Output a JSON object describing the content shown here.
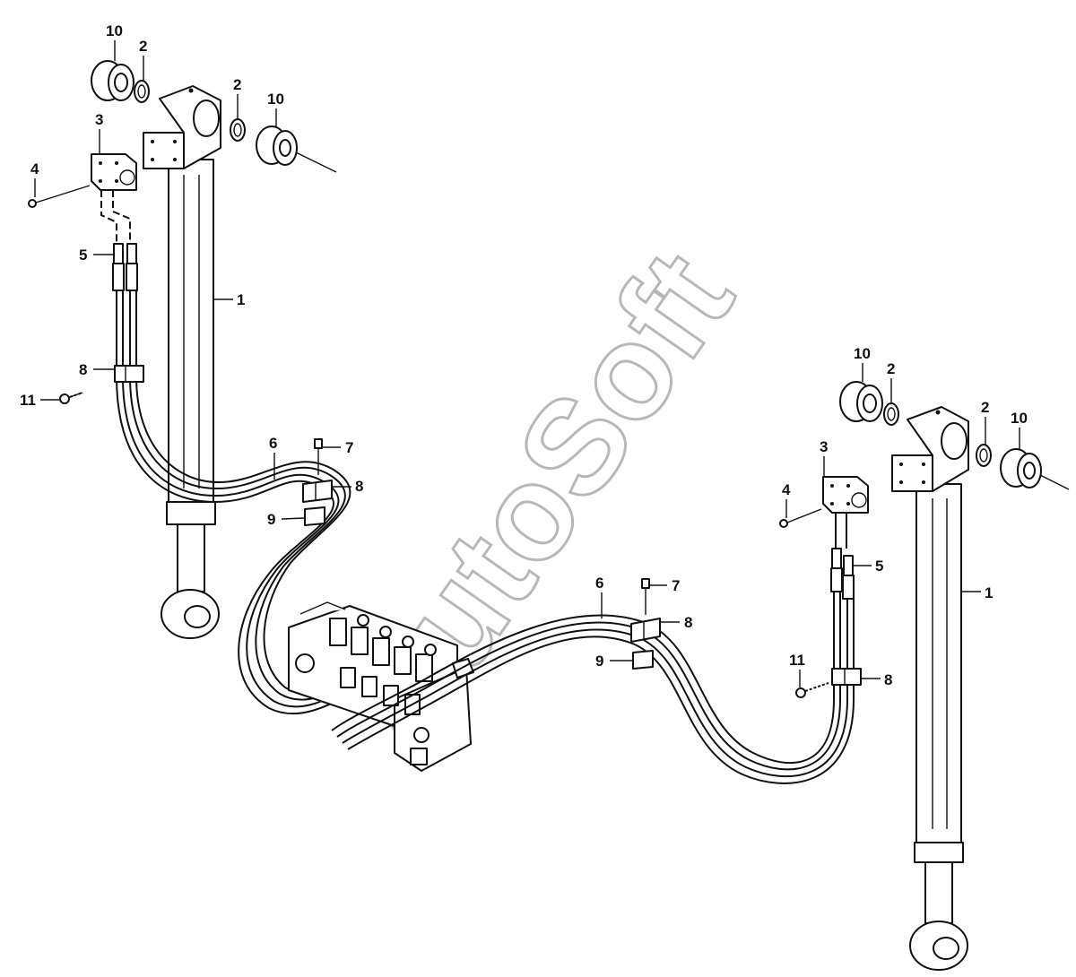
{
  "watermark": "AutoSoft",
  "callouts": {
    "c1a": "1",
    "c1b": "1",
    "c2a": "2",
    "c2b": "2",
    "c2c": "2",
    "c2d": "2",
    "c3a": "3",
    "c3b": "3",
    "c4a": "4",
    "c4b": "4",
    "c5a": "5",
    "c5b": "5",
    "c6a": "6",
    "c6b": "6",
    "c7a": "7",
    "c7b": "7",
    "c8a": "8",
    "c8b": "8",
    "c8c": "8",
    "c8d": "8",
    "c9a": "9",
    "c9b": "9",
    "c10a": "10",
    "c10b": "10",
    "c10c": "10",
    "c10d": "10",
    "c11a": "11",
    "c11b": "11"
  },
  "colors": {
    "line": "#111111",
    "watermark": "#b8b8b8",
    "background": "#ffffff"
  }
}
